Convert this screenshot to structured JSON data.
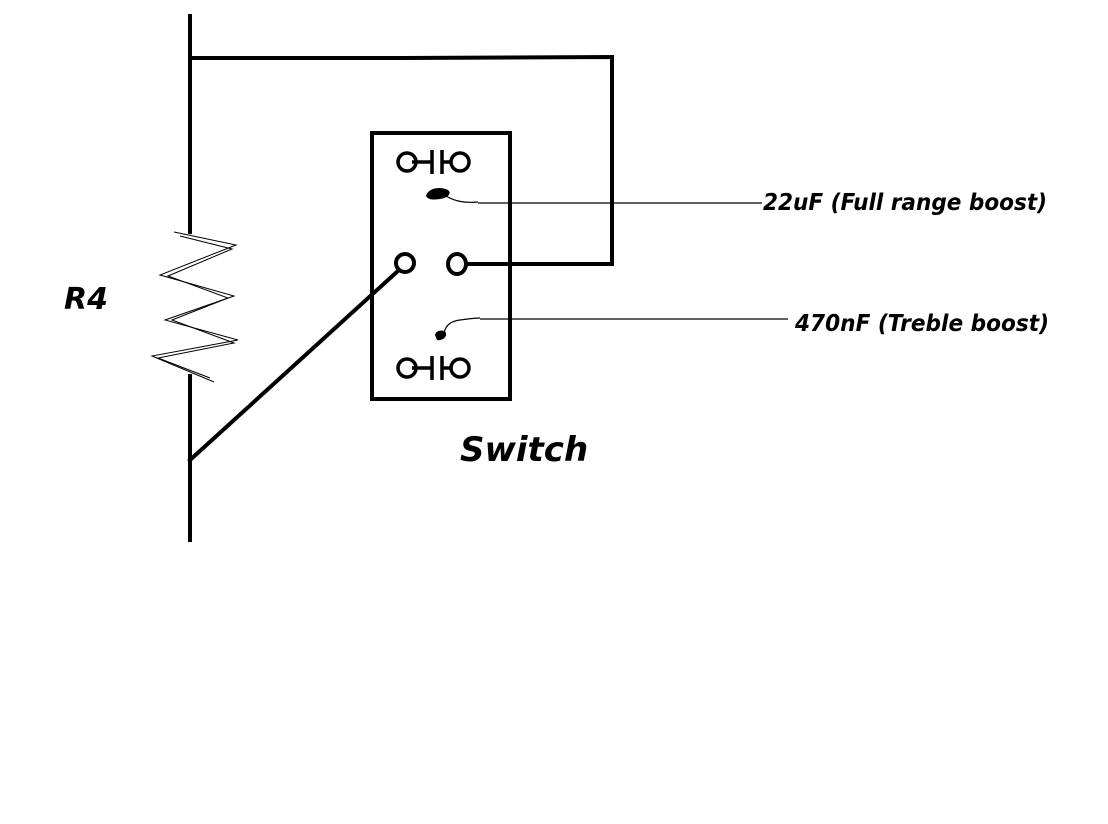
{
  "diagram": {
    "resistor_label": "R4",
    "switch_label": "Switch",
    "capacitor_full_range_label": "22uF (Full range boost)",
    "capacitor_treble_label": "470nF (Treble boost)",
    "colors": {
      "line": "#000000",
      "background": "#ffffff"
    }
  }
}
